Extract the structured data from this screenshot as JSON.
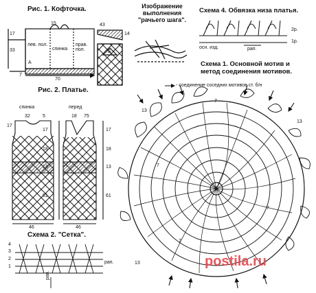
{
  "fig1": {
    "title": "Рис. 1. Кофточка.",
    "dims": {
      "top_center": "15",
      "left_height": "33",
      "left_top": "17",
      "bottom_left": "7",
      "bottom_width": "70",
      "sleeve": "43",
      "sleeve_right": "14"
    },
    "labels": {
      "left": "лев. пол.",
      "back": "спинка",
      "right": "прав. пол."
    },
    "markers": {
      "a": "А",
      "b": "Б"
    }
  },
  "step": {
    "title": "Изображение выполнения \"рачьего шага\"."
  },
  "scheme4": {
    "title": "Схема 4. Обвязка низа платья.",
    "rows": {
      "r2": "2р.",
      "r1": "1р."
    },
    "labels": {
      "wrong": "осн. изд.",
      "rap": "рап."
    }
  },
  "scheme1": {
    "title": "Схема 1. Основной мотив и метод соединения мотивов.",
    "legend": "- соединение соседних мотивов ст. б/н",
    "row_numbers": [
      "13",
      "7",
      "13",
      "7",
      "1",
      "7",
      "7",
      "13"
    ]
  },
  "fig2": {
    "title": "Рис. 2. Платье.",
    "back_label": "спинка",
    "front_label": "перед",
    "back": {
      "top": "32",
      "shoulder": "5",
      "side_top": "17",
      "bottom": "46",
      "rows": [
        "17",
        "18",
        "13",
        "61"
      ]
    },
    "front": {
      "top": "18",
      "shoulder": "75",
      "bottom": "46",
      "rows": [
        "17",
        "18",
        "13",
        "61"
      ]
    }
  },
  "scheme2": {
    "title": "Схема 2. \"Сетка\".",
    "rows": [
      "4",
      "3",
      "2",
      "1"
    ],
    "rap": "рап.",
    "side_rap": "рап."
  },
  "watermark": "postila.ru"
}
